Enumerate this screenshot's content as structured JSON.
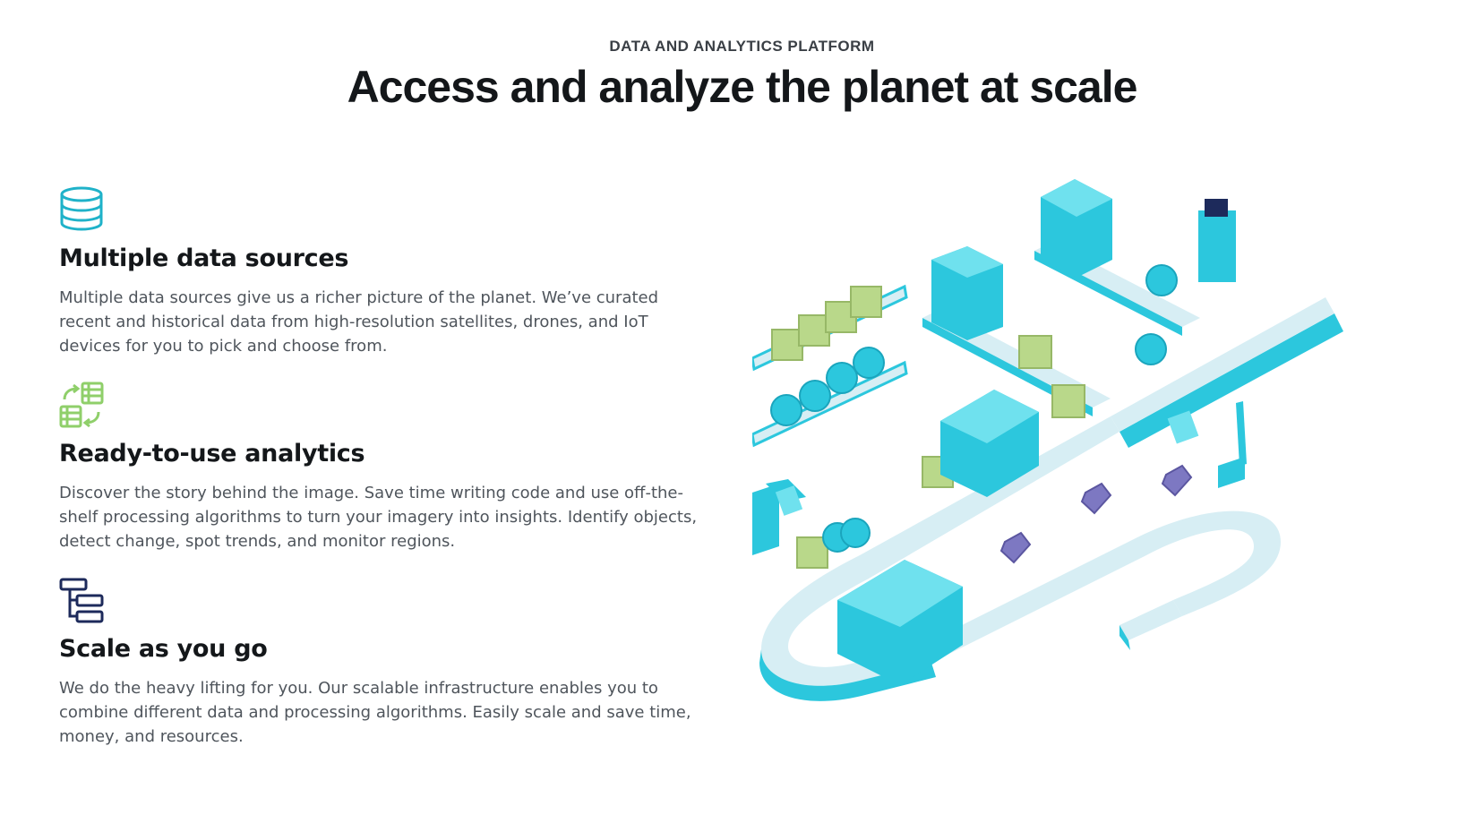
{
  "hero": {
    "eyebrow": "DATA AND ANALYTICS PLATFORM",
    "title": "Access and analyze the planet at scale"
  },
  "features": [
    {
      "icon": "database-icon",
      "title": "Multiple data sources",
      "body": "Multiple data sources give us a richer picture of the planet. We’ve curated recent and historical data from high-resolution satellites, drones, and IoT devices for you to pick and choose from."
    },
    {
      "icon": "analytics-grid-icon",
      "title": "Ready-to-use analytics",
      "body": "Discover the story behind the image. Save time writing code and use off-the-shelf processing algorithms to turn your imagery into insights. Identify objects, detect change, spot trends, and monitor regions."
    },
    {
      "icon": "scale-blocks-icon",
      "title": "Scale as you go",
      "body": "We do the heavy lifting for you. Our scalable infrastructure enables you to combine different data and processing algorithms. Easily scale and save time, money, and resources."
    }
  ],
  "colors": {
    "cyan": "#2cc7dd",
    "cyan_dark": "#1aa5bd",
    "belt": "#d7eef4",
    "green_box": "#b9d88a",
    "gem": "#7d78c2",
    "navy_icon": "#1d2a5b",
    "green_icon": "#8fcf6a"
  },
  "illustration": {
    "name": "data-factory-conveyor-illustration"
  }
}
